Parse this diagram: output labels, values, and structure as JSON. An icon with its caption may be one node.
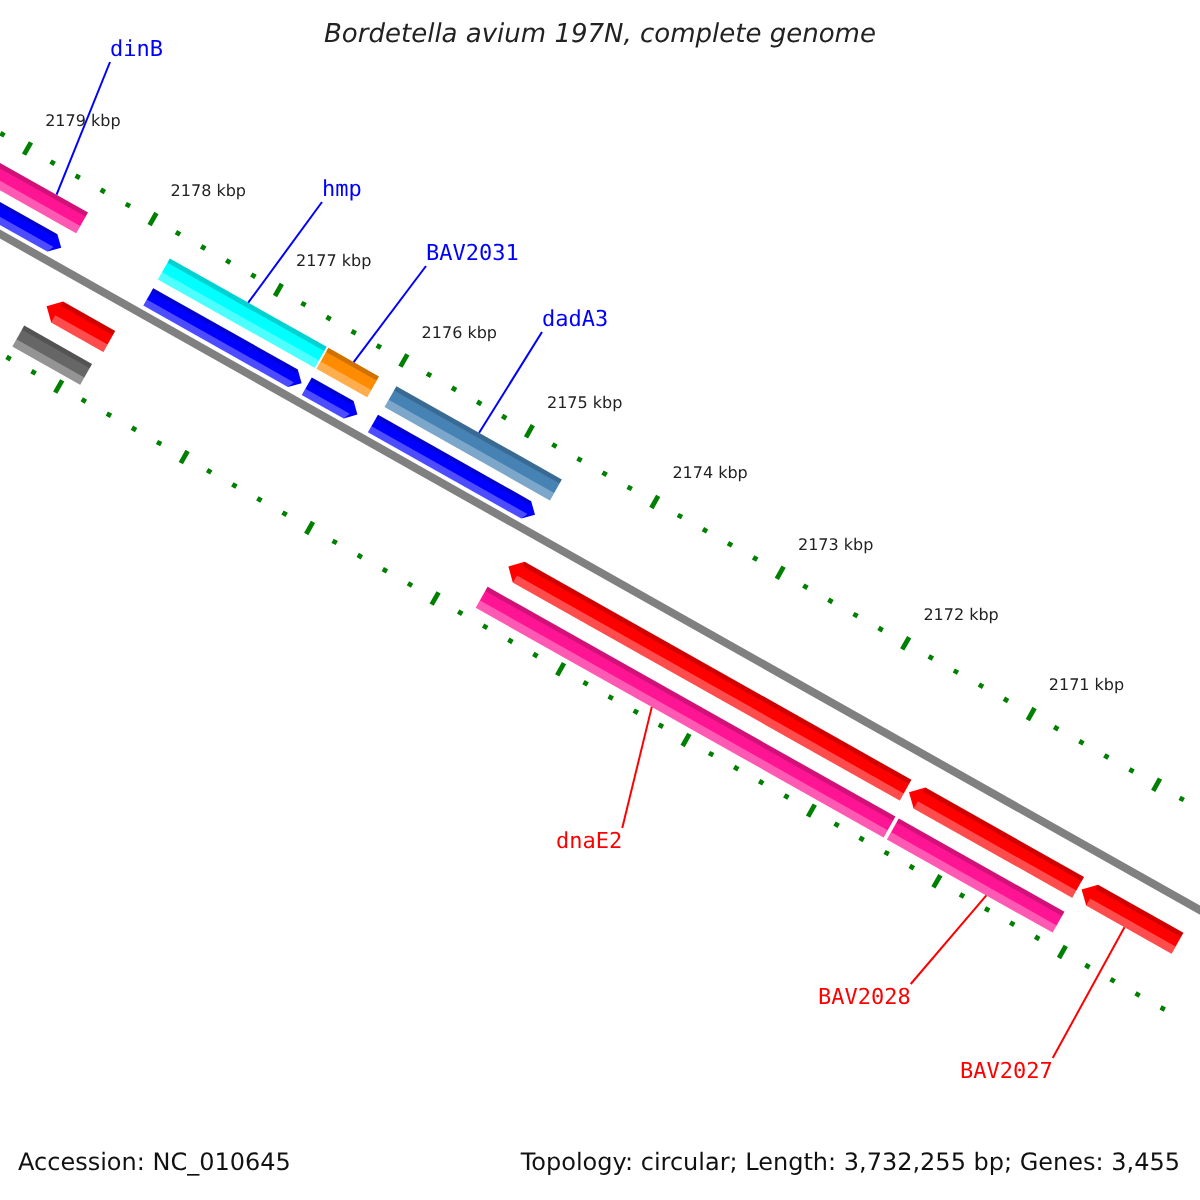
{
  "diagram": {
    "title": "Bordetella avium 197N, complete genome",
    "nodes": [
      {
        "text": [
          "dinB"
        ]
      },
      {
        "text": [],
        "shape": "bar"
      },
      {
        "text": [
          "hmp"
        ]
      },
      {
        "text": [],
        "shape": "bar"
      },
      {
        "text": [
          "BAV2031"
        ]
      },
      {
        "text": [],
        "shape": "bar"
      },
      {
        "text": [
          "dadA3"
        ]
      },
      {
        "text": [],
        "shape": "bar"
      },
      {
        "text": [
          "dnaE2"
        ]
      },
      {
        "text": [],
        "shape": "bar"
      },
      {
        "text": [
          "BAV2028"
        ]
      },
      {
        "text": [],
        "shape": "bar"
      },
      {
        "text": [
          "BAV2027"
        ]
      },
      {
        "text": [],
        "shape": "bar"
      }
    ],
    "edges": [
      {
        "from": 0,
        "to": 1,
        "arrow": "none"
      },
      {
        "from": 2,
        "to": 3,
        "arrow": "none"
      },
      {
        "from": 4,
        "to": 5,
        "arrow": "none"
      },
      {
        "from": 6,
        "to": 7,
        "arrow": "none"
      },
      {
        "from": 8,
        "to": 9,
        "arrow": "none",
        "color": "#ff0000"
      },
      {
        "from": 10,
        "to": 11,
        "arrow": "none",
        "color": "#ff0000"
      },
      {
        "from": 12,
        "to": 13,
        "arrow": "none",
        "color": "#ff0000"
      }
    ],
    "labels": [
      "2179 kbp",
      "2178 kbp",
      "2177 kbp",
      "2176 kbp",
      "2175 kbp",
      "2174 kbp",
      "2173 kbp",
      "2172 kbp",
      "2171 kbp",
      "Accession: NC_010645",
      "Topology: circular; Length: 3,732,255 bp; Genes: 3,455"
    ]
  }
}
